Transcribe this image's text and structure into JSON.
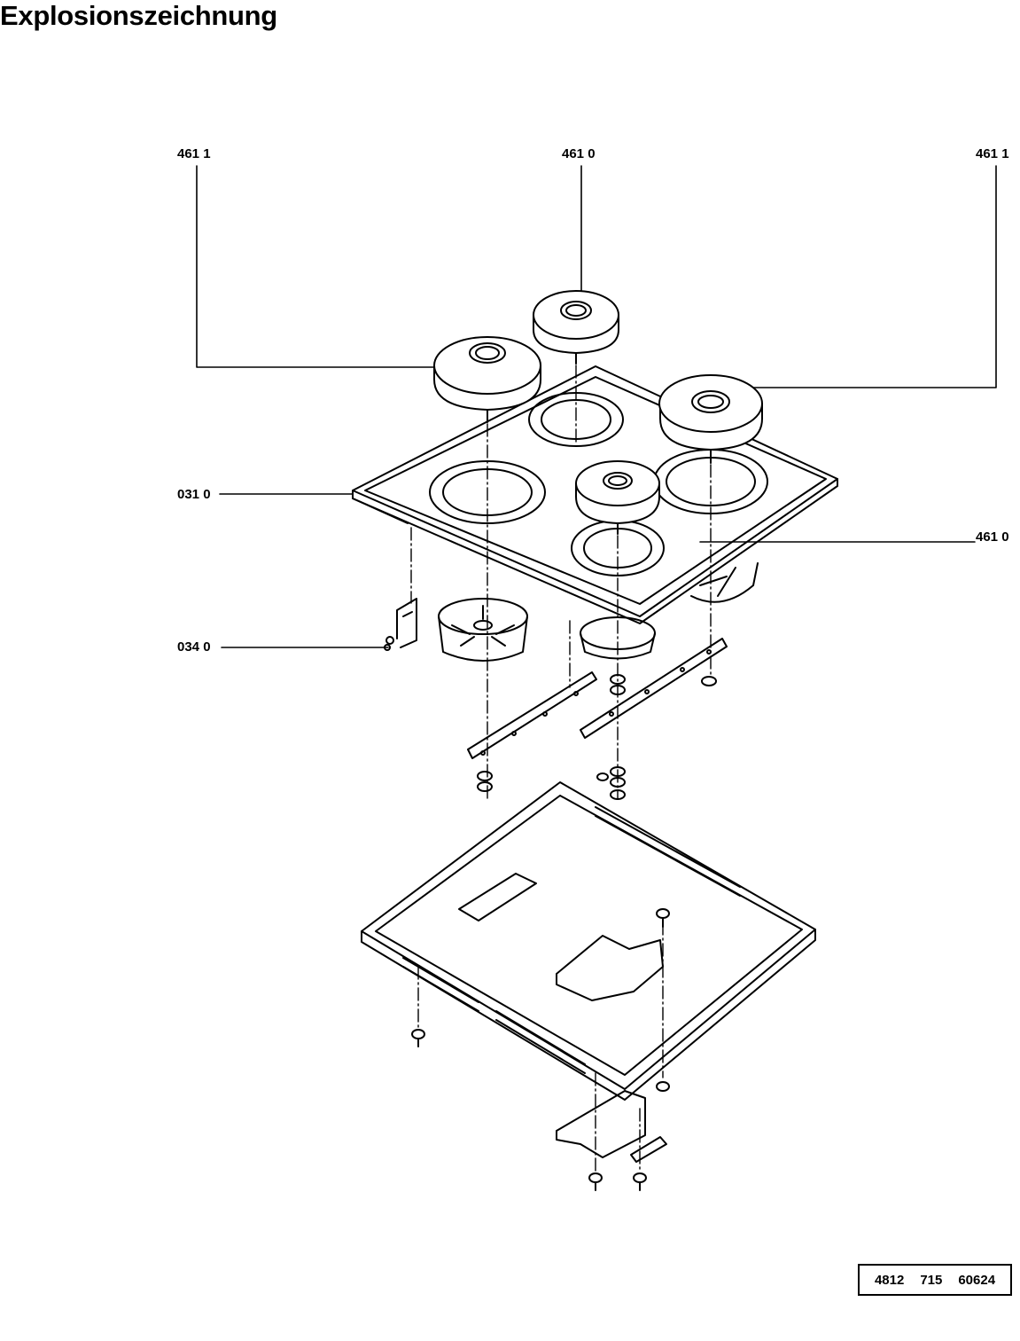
{
  "title": "Explosionszeichnung",
  "callouts": {
    "burner_left_back": "461 1",
    "burner_center_back": "461 0",
    "burner_right_back": "461 1",
    "cooktop_plate": "031 0",
    "burner_front": "461 0",
    "bracket": "034 0"
  },
  "part_number": {
    "prefix": "4812",
    "middle": "715",
    "suffix": "60624"
  }
}
